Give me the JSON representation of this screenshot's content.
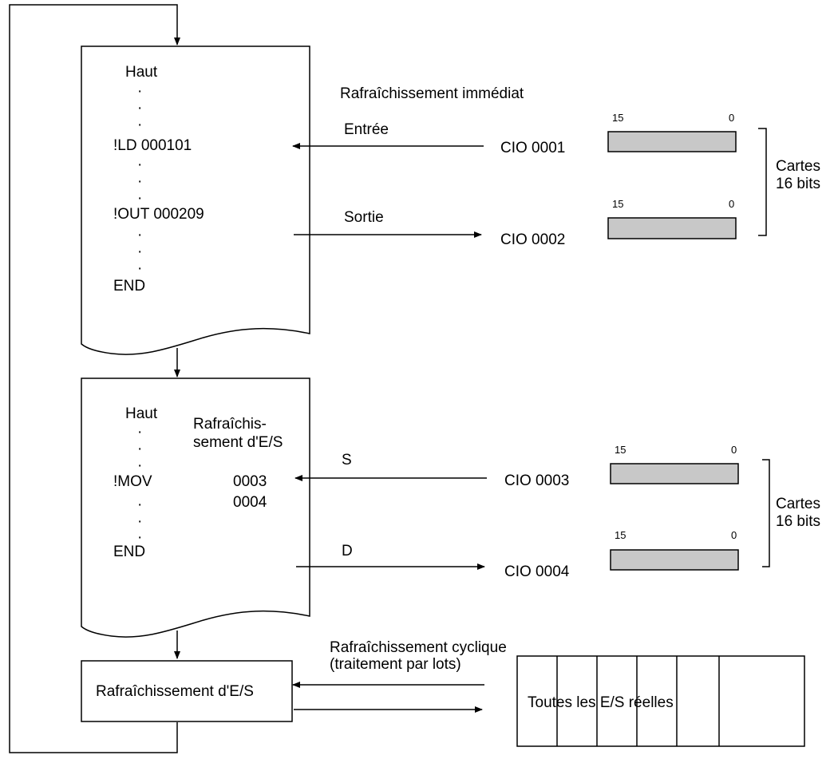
{
  "colors": {
    "line": "#000000",
    "register_fill": "#c8c8c8",
    "background": "#ffffff"
  },
  "program1": {
    "top": "Haut",
    "instr_input": "!LD 000101",
    "instr_output": "!OUT 000209",
    "end": "END"
  },
  "immediate_refresh": {
    "title": "Rafraîchissement immédiat",
    "input_label": "Entrée",
    "output_label": "Sortie",
    "cio_input": "CIO 0001",
    "cio_output": "CIO 0002"
  },
  "program2": {
    "top": "Haut",
    "note": "Rafraîchis-\nsement d'E/S",
    "instr": "!MOV",
    "operand1": "0003",
    "operand2": "0004",
    "end": "END",
    "source_label": "S",
    "dest_label": "D",
    "cio_source": "CIO 0003",
    "cio_dest": "CIO 0004"
  },
  "registers": {
    "bit_high": "15",
    "bit_low": "0"
  },
  "cards_label": "Cartes\n16 bits",
  "io_refresh_box": "Rafraîchissement d'E/S",
  "cyclic_refresh": {
    "title": "Rafraîchissement cyclique",
    "subtitle": "(traitement par lots)"
  },
  "all_io": "Toutes les E/S réelles"
}
